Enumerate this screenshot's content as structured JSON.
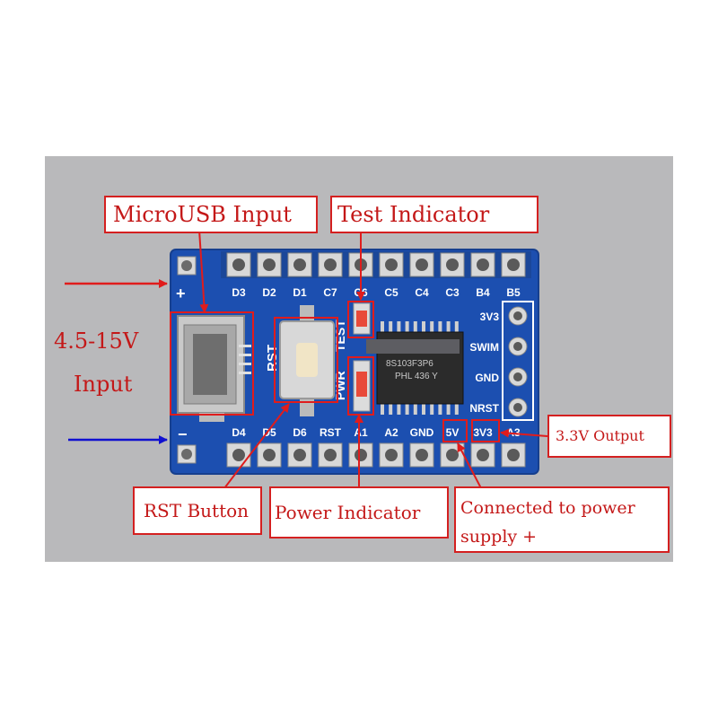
{
  "annotations": {
    "microusb_input": "MicroUSB Input",
    "test_indicator": "Test Indicator",
    "input_voltage": "4.5-15V",
    "input_word": "Input",
    "rst_button": "RST Button",
    "power_indicator": "Power Indicator",
    "connected_line1": "Connected to power",
    "connected_line2": "supply +",
    "output_3v3": "3.3V Output"
  },
  "board": {
    "top_pins": [
      "D3",
      "D2",
      "D1",
      "C7",
      "C6",
      "C5",
      "C4",
      "C3",
      "B4",
      "B5"
    ],
    "bottom_pins": [
      "D4",
      "D5",
      "D6",
      "RST",
      "A1",
      "A2",
      "GND",
      "5V",
      "3V3",
      "A3"
    ],
    "right_pins": [
      "3V3",
      "SWIM",
      "GND",
      "NRST"
    ],
    "led_labels": [
      "TEST",
      "PWR"
    ],
    "button_label": "RST",
    "chip_marking": [
      "8S103F3P6",
      "PHL 436 Y"
    ],
    "polarity": [
      "+",
      "−"
    ],
    "colors": {
      "pcb": "#1c4fb0",
      "label_red": "#c41818",
      "arrow_red": "#e01c1c",
      "arrow_blue": "#1010d0"
    }
  }
}
